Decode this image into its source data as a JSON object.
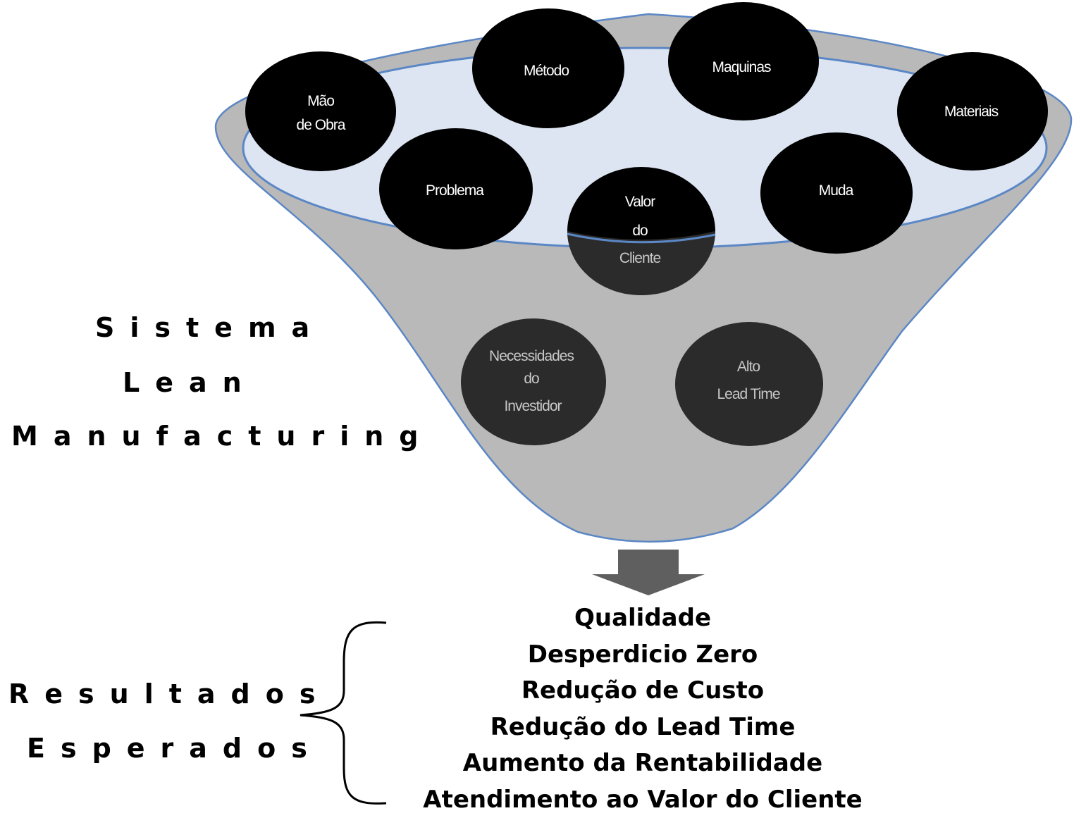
{
  "funnel": {
    "circles": [
      {
        "id": "mao-de-obra",
        "lines": [
          "Mão",
          "de Obra"
        ]
      },
      {
        "id": "metodo",
        "lines": [
          "Método"
        ]
      },
      {
        "id": "maquinas",
        "lines": [
          "Maquinas"
        ]
      },
      {
        "id": "materiais",
        "lines": [
          "Materiais"
        ]
      },
      {
        "id": "problema",
        "lines": [
          "Problema"
        ]
      },
      {
        "id": "valor-do-cliente",
        "lines": [
          "Valor",
          "do",
          "Cliente"
        ]
      },
      {
        "id": "muda",
        "lines": [
          "Muda"
        ]
      },
      {
        "id": "necessidades-do-investidor",
        "lines": [
          "Necessidades",
          "do",
          "Investidor"
        ]
      },
      {
        "id": "alto-lead-time",
        "lines": [
          "Alto",
          "Lead Time"
        ]
      }
    ],
    "colors": {
      "funnel_fill": "#b9b9b9",
      "funnel_outline": "#5b87c5",
      "rim_fill": "#dde5f2",
      "circle_top": "#000000",
      "circle_lower": "#2b2b2b",
      "arrow": "#5f5f5f"
    }
  },
  "left_title": {
    "line1": "Sistema",
    "line2": "Lean",
    "line3": "Manufacturing"
  },
  "results_title": {
    "line1": "Resultados",
    "line2": "Esperados"
  },
  "results": [
    "Qualidade",
    "Desperdicio  Zero",
    "Redução  de Custo",
    "Redução do Lead Time",
    "Aumento da Rentabilidade",
    "Atendimento ao Valor do Cliente"
  ]
}
